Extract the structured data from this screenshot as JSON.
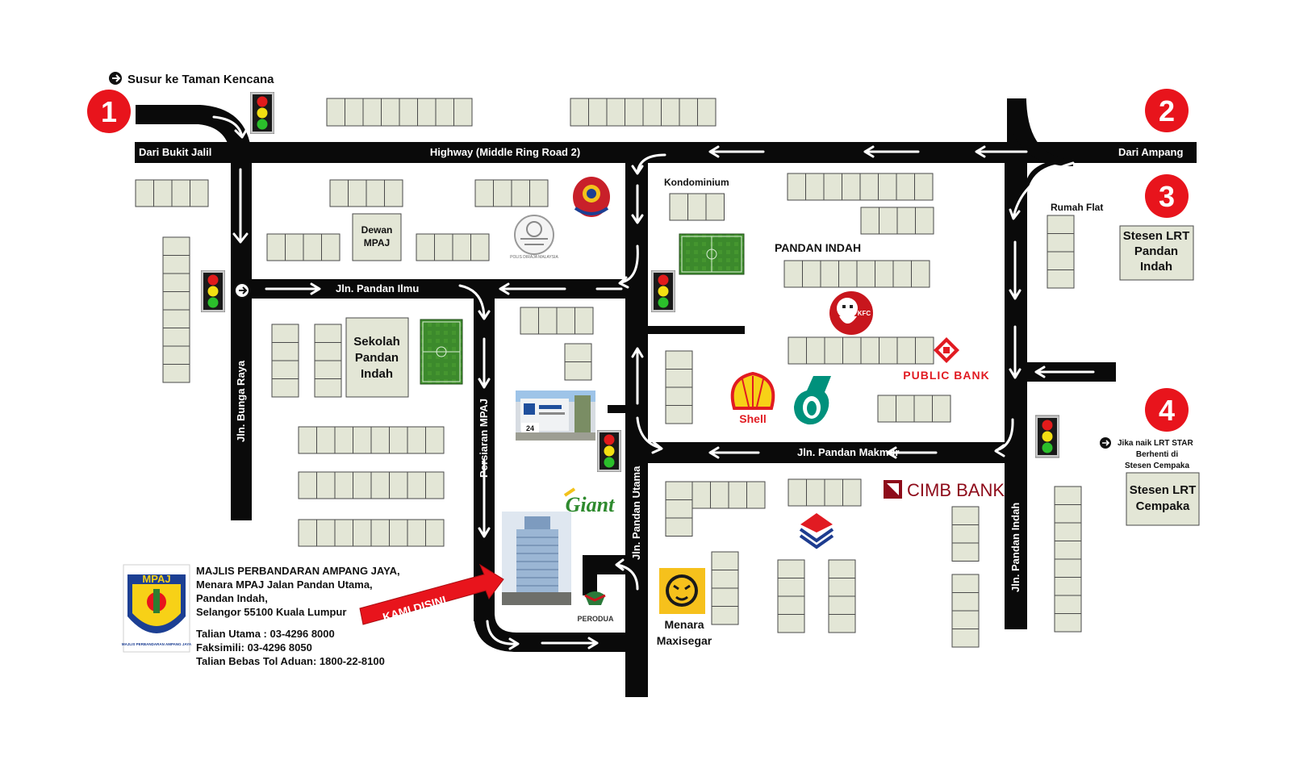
{
  "colors": {
    "road": "#0a0a0a",
    "route_marker": "#e8141c",
    "building": "#e3e6d6",
    "field": "#3f8a2e",
    "arrow": "#ffffff"
  },
  "markers": [
    {
      "num": "1"
    },
    {
      "num": "2"
    },
    {
      "num": "3"
    },
    {
      "num": "4"
    }
  ],
  "directions": {
    "exit": "Susur ke Taman Kencana",
    "from_bukit_jalil": "Dari Bukit Jalil",
    "from_ampang": "Dari Ampang",
    "lrt_star": [
      "Jika naik LRT STAR",
      "Berhenti di",
      "Stesen Cempaka"
    ]
  },
  "roads": {
    "highway": "Highway (Middle Ring Road 2)",
    "pandan_ilmu": "Jln. Pandan Ilmu",
    "bunga_raya": "Jln. Bunga Raya",
    "persiaran_mpaj": "Persiaran MPAJ",
    "pandan_utama": "Jln. Pandan Utama",
    "pandan_makmur": "Jln. Pandan Makmur",
    "pandan_indah": "Jln. Pandan Indah"
  },
  "places": {
    "dewan": [
      "Dewan",
      "MPAJ"
    ],
    "sekolah": [
      "Sekolah",
      "Pandan",
      "Indah"
    ],
    "kondominium": "Kondominium",
    "pandan_indah_area": "PANDAN INDAH",
    "rumah_flat": "Rumah Flat",
    "lrt_pandan_indah": [
      "Stesen LRT",
      "Pandan",
      "Indah"
    ],
    "lrt_cempaka": [
      "Stesen LRT",
      "Cempaka"
    ],
    "menara_maxisegar": [
      "Menara",
      "Maxisegar"
    ]
  },
  "brands": {
    "public_bank": "PUBLIC BANK",
    "shell": "Shell",
    "cimb": "CIMB BANK",
    "giant": "Giant",
    "perodua": "PERODUA",
    "kfc": "KFC",
    "building_sign": "24",
    "police_logo_text": "POLIS DIRAJA MALAYSIA"
  },
  "kami_disini": "KAMI DISINI",
  "mpaj_logo": {
    "short": "MPAJ",
    "ring": "MAJLIS PERBANDARAN AMPANG JAYA"
  },
  "contact": {
    "org": "MAJLIS PERBANDARAN AMPANG JAYA,",
    "address": [
      "Menara MPAJ Jalan Pandan Utama,",
      "Pandan Indah,",
      "Selangor 55100 Kuala Lumpur"
    ],
    "phone": "Talian Utama : 03-4296 8000",
    "fax": "Faksimili: 03-4296 8050",
    "tollfree": "Talian Bebas Tol Aduan: 1800-22-8100"
  }
}
